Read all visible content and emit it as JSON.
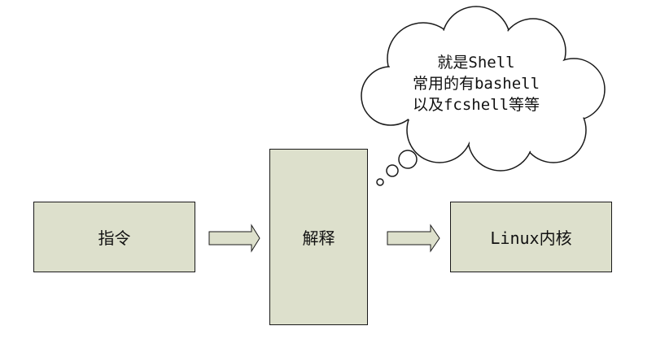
{
  "boxes": {
    "command": "指令",
    "interpret": "解释",
    "kernel": "Linux内核"
  },
  "callout": {
    "lines": [
      "就是Shell",
      "常用的有bashell",
      "以及fcshell等等"
    ]
  },
  "colors": {
    "box_fill": "#dde0cc",
    "outline": "#1a1a1a",
    "background": "#ffffff"
  }
}
